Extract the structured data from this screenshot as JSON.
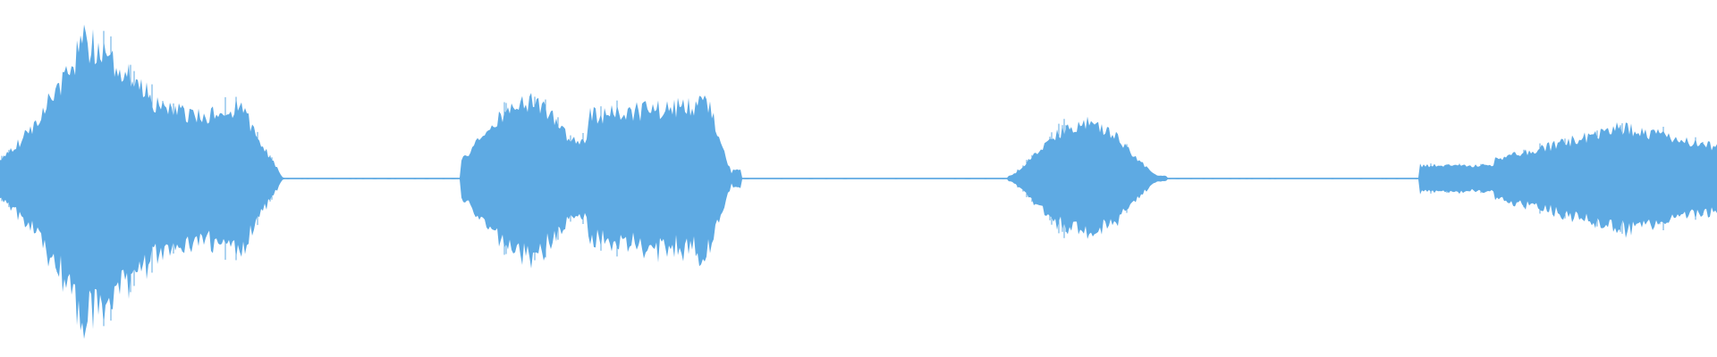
{
  "waveform": {
    "color": "#5eaae3",
    "segments": [
      {
        "start": 0.0,
        "end": 0.165,
        "peak": 0.78
      },
      {
        "start": 0.268,
        "end": 0.432,
        "peak": 0.46
      },
      {
        "start": 0.587,
        "end": 0.68,
        "peak": 0.31
      },
      {
        "start": 0.827,
        "end": 1.0,
        "peak": 0.29
      }
    ]
  }
}
